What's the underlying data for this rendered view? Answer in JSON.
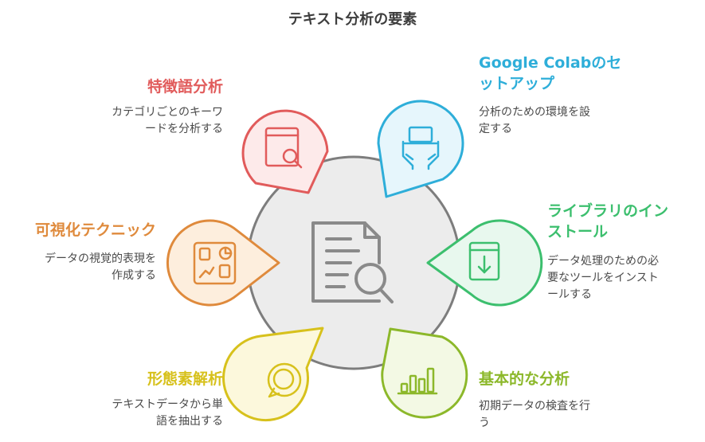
{
  "title": "テキスト分析の要素",
  "colors": {
    "red": "#e15b5b",
    "blue": "#2eaed9",
    "green": "#3cbf6e",
    "orange": "#df8a3c",
    "yellow": "#d7c11c",
    "lime": "#8cb82a",
    "center": "#ececec",
    "center_stroke": "#7d7d7d"
  },
  "items": [
    {
      "heading": "特徴語分析",
      "description": [
        "カテゴリごとのキーワ",
        "ードを分析する"
      ],
      "icon": "book-search-icon"
    },
    {
      "heading": [
        "Google Colabのセ",
        "ットアップ"
      ],
      "description": [
        "分析のための環境を設",
        "定する"
      ],
      "icon": "hands-laptop-icon"
    },
    {
      "heading": [
        "ライブラリのイン",
        "ストール"
      ],
      "description": [
        "データ処理のための必",
        "要なツールをインスト",
        "ールする"
      ],
      "icon": "book-download-icon"
    },
    {
      "heading": "可視化テクニック",
      "description": [
        "データの視覚的表現を",
        "作成する"
      ],
      "icon": "dashboard-icon"
    },
    {
      "heading": "形態素解析",
      "description": [
        "テキストデータから単",
        "語を抽出する"
      ],
      "icon": "chat-bubble-icon"
    },
    {
      "heading": "基本的な分析",
      "description": [
        "初期データの検査を行",
        "う"
      ],
      "icon": "bar-chart-icon"
    }
  ],
  "center_icon": "document-search-icon"
}
